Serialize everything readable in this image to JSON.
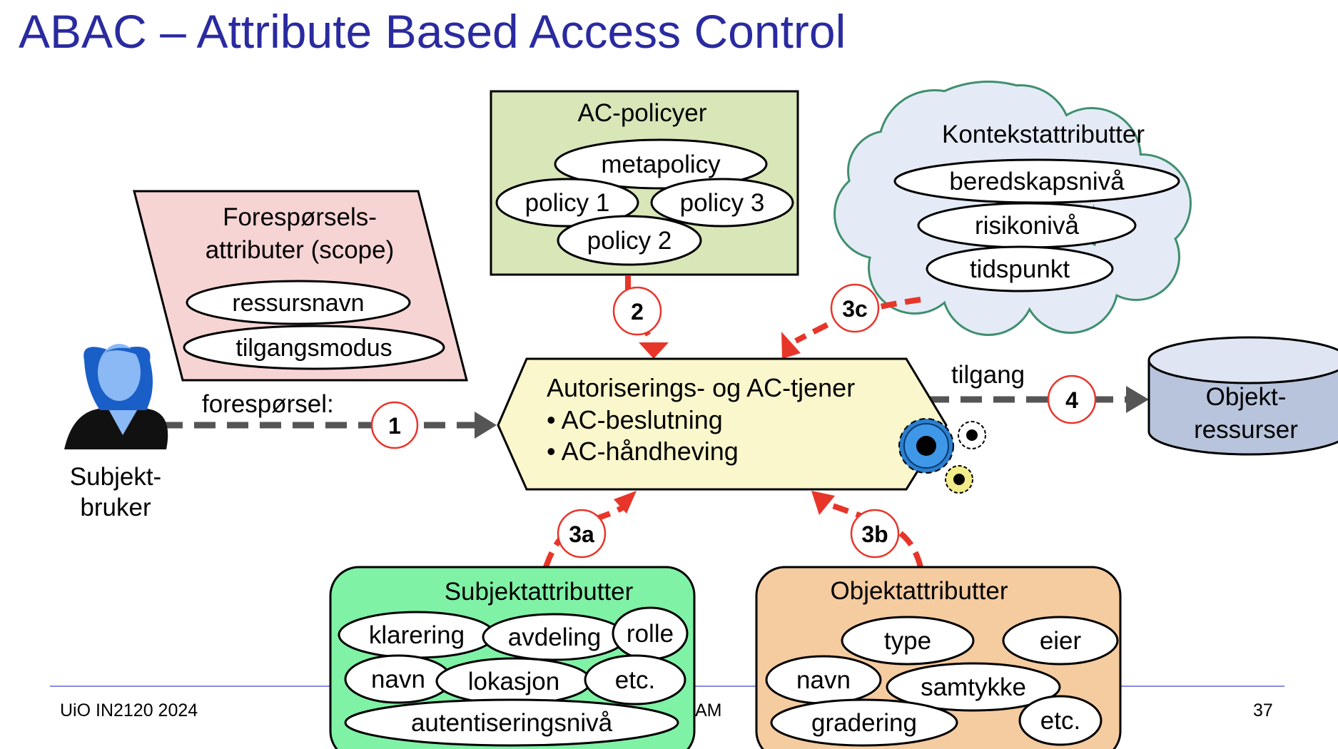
{
  "title": "ABAC – Attribute Based Access Control",
  "footer": {
    "left": "UiO IN2120 2024",
    "center_fragment": "AM",
    "page": "37"
  },
  "request_attributes": {
    "heading_line1": "Forespørsels-",
    "heading_line2": "attributer (scope)",
    "items": [
      "ressursnavn",
      "tilgangsmodus"
    ]
  },
  "policies": {
    "heading": "AC-policyer",
    "items": [
      "metapolicy",
      "policy 1",
      "policy 3",
      "policy 2"
    ]
  },
  "context_attributes": {
    "heading": "Kontekstattributter",
    "items": [
      "beredskapsnivå",
      "risikonivå",
      "tidspunkt"
    ]
  },
  "server": {
    "title": "Autoriserings- og AC-tjener",
    "bullets": [
      "• AC-beslutning",
      "• AC-håndheving"
    ]
  },
  "subject": {
    "line1": "Subjekt-",
    "line2": "bruker",
    "request_label": "forespørsel:"
  },
  "object": {
    "line1": "Objekt-",
    "line2": "ressurser",
    "access_label": "tilgang"
  },
  "steps": {
    "s1": "1",
    "s2": "2",
    "s3a": "3a",
    "s3b": "3b",
    "s3c": "3c",
    "s4": "4"
  },
  "subject_attributes": {
    "heading": "Subjektattributter",
    "items": [
      "klarering",
      "avdeling",
      "rolle",
      "navn",
      "lokasjon",
      "etc.",
      "autentiseringsnivå"
    ]
  },
  "object_attributes": {
    "heading": "Objektattributter",
    "items": [
      "type",
      "eier",
      "navn",
      "samtykke",
      "gradering",
      "etc."
    ]
  },
  "colors": {
    "title": "#2a2aa0",
    "request_box": "#f7d4d4",
    "policy_box": "#d8e6b8",
    "context_cloud": "#e4ebf6",
    "cloud_border": "#3f8f6e",
    "server_box": "#fbf7cc",
    "subject_box": "#7ff2a6",
    "object_box": "#f5cba0",
    "step_arrow": "#e8352a",
    "flow_arrow": "#555555",
    "cylinder": "#b8c4dc",
    "footer_line": "#8a8ae0"
  }
}
